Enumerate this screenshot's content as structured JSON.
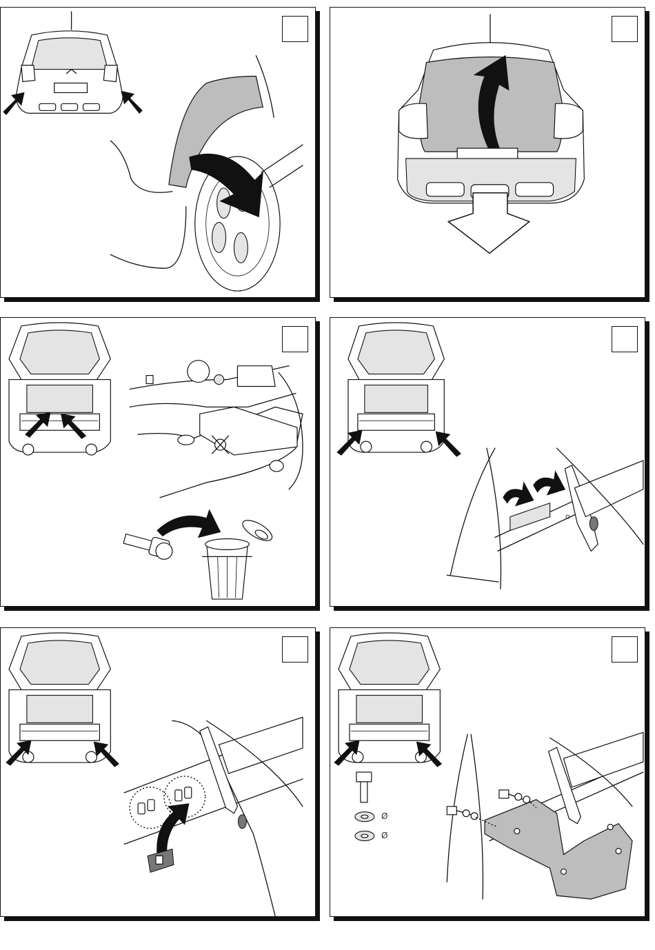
{
  "panels": [
    {
      "id": 1,
      "step_label": ""
    },
    {
      "id": 2,
      "step_label": ""
    },
    {
      "id": 3,
      "step_label": ""
    },
    {
      "id": 4,
      "step_label": ""
    },
    {
      "id": 5,
      "step_label": ""
    },
    {
      "id": 6,
      "step_label": ""
    }
  ],
  "hardware": {
    "washer_1_symbol": "Ø",
    "washer_2_symbol": "Ø"
  },
  "colors": {
    "line": "#111111",
    "fill_grey": "#bdbdbd",
    "fill_light": "#e4e4e4",
    "background": "#ffffff"
  },
  "icons": [
    "arrow-icon",
    "curved-arrow-icon",
    "trash-bin-icon",
    "bolt-icon",
    "washer-icon",
    "clip-nut-icon"
  ]
}
